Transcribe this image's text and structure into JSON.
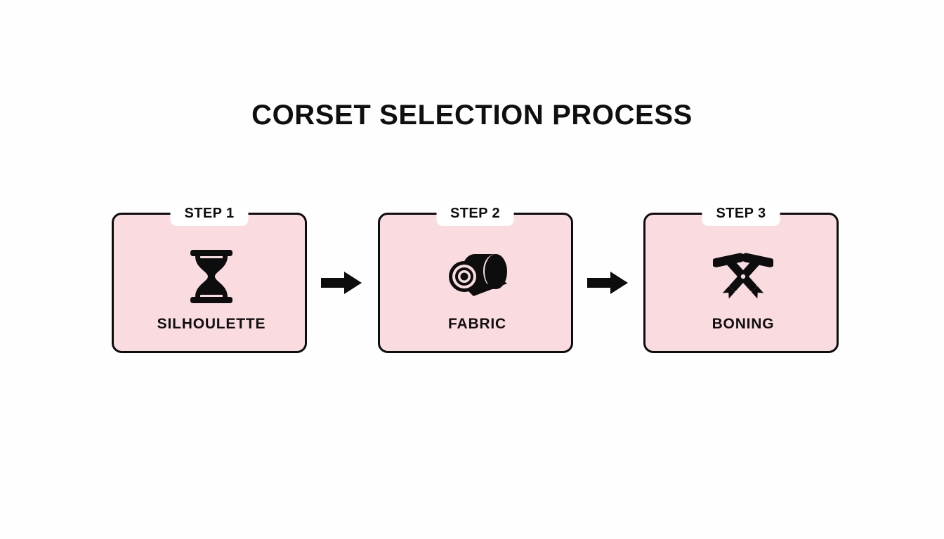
{
  "page": {
    "background_color": "#fefefe",
    "title": "CORSET SELECTION PROCESS",
    "title_color": "#100f0f"
  },
  "theme": {
    "card_fill": "#fadce0",
    "card_border": "#0d0d0d",
    "badge_fill": "#ffffff",
    "text_color": "#100f0f",
    "arrow_color": "#0d0d0d"
  },
  "flow": {
    "steps": [
      {
        "badge": "STEP 1",
        "label": "SILHOULETTE",
        "icon": "hourglass-icon"
      },
      {
        "badge": "STEP 2",
        "label": "FABRIC",
        "icon": "fabric-roll-icon"
      },
      {
        "badge": "STEP 3",
        "label": "BONING",
        "icon": "crossed-boning-icon"
      }
    ],
    "connectors": [
      {
        "icon": "arrow-right-icon"
      },
      {
        "icon": "arrow-right-icon"
      }
    ]
  }
}
